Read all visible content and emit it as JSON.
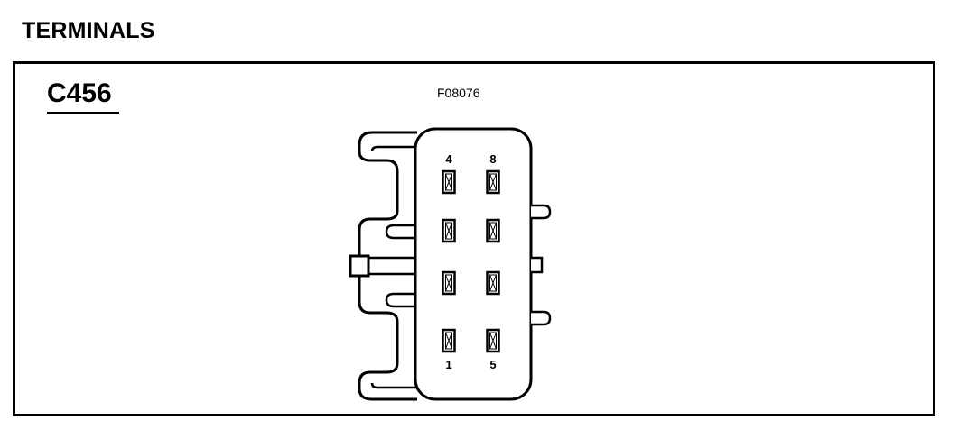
{
  "heading": "TERMINALS",
  "connector": {
    "id": "C456",
    "figure_code": "F08076",
    "cavity_rows": 4,
    "cavity_columns": 2,
    "pin_labels": [
      {
        "text": "4",
        "row": 0,
        "column": 0,
        "position": "above"
      },
      {
        "text": "8",
        "row": 0,
        "column": 1,
        "position": "above"
      },
      {
        "text": "1",
        "row": 3,
        "column": 0,
        "position": "below"
      },
      {
        "text": "5",
        "row": 3,
        "column": 1,
        "position": "below"
      }
    ]
  },
  "colors": {
    "line": "#000000",
    "background": "#ffffff"
  }
}
